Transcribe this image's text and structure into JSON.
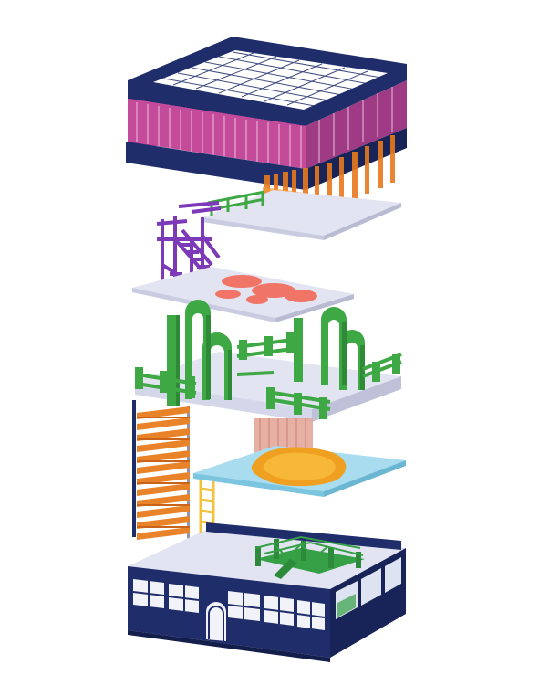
{
  "diagram": {
    "kind": "exploded-axonometric-building",
    "layers": [
      {
        "id": "roof-cage",
        "color": "#1f2d6b",
        "accent": "#c44a9a"
      },
      {
        "id": "curtain-deck",
        "color": "#e3e4f2",
        "accent": "#e87a1d"
      },
      {
        "id": "stair-deck",
        "color": "#e3e4f2",
        "accent": "#7d3ab8",
        "patch": "#f07567"
      },
      {
        "id": "arch-deck",
        "color": "#e3e4f2",
        "accent": "#3ea845"
      },
      {
        "id": "pool-deck",
        "color": "#a9dcef",
        "accent": "#f0a020"
      },
      {
        "id": "ground-floor",
        "color": "#1f2d6b",
        "accent": "#35a045"
      }
    ],
    "side_elements": {
      "shelf_stack": {
        "color": "#e9832a",
        "count": 14
      },
      "ladder": {
        "color": "#f2c23c"
      }
    }
  }
}
